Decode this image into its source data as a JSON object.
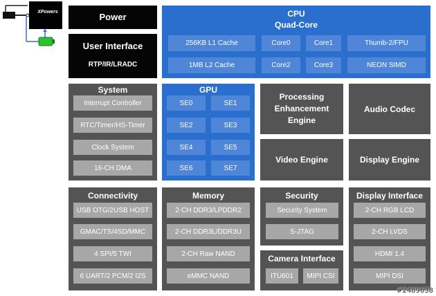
{
  "board": {
    "logo": "XPowers"
  },
  "power": {
    "label": "Power"
  },
  "user_interface": {
    "title": "User Interface",
    "sub": "RTP/IR/LRADC"
  },
  "cpu": {
    "title": "CPU",
    "subtitle": "Quad-Core",
    "l1": "256KB L1 Cache",
    "l2": "1MB L2 Cache",
    "cores": [
      "Core0",
      "Core1",
      "Core2",
      "Core3"
    ],
    "thumb": "Thumb-2/FPU",
    "neon": "NEON SIMD"
  },
  "system": {
    "title": "System",
    "items": [
      "Interrupt  Controller",
      "RTC/Timer/HS-Timer",
      "Clock System",
      "16-CH DMA"
    ]
  },
  "gpu": {
    "title": "GPU",
    "items": [
      "SE0",
      "SE1",
      "SE2",
      "SE3",
      "SE4",
      "SE5",
      "SE6",
      "SE7"
    ]
  },
  "pee": {
    "label": "Processing Enhancement Engine"
  },
  "audio": {
    "label": "Audio Codec"
  },
  "video": {
    "label": "Video Engine"
  },
  "display_engine": {
    "label": "Display Engine"
  },
  "connectivity": {
    "title": "Connectivity",
    "items": [
      "USB OTG/2USB HOST",
      "GMAC/TS/4SD/MMC",
      "4 SPI/5 TWI",
      "6 UART/2 PCM/2 I2S"
    ]
  },
  "memory": {
    "title": "Memory",
    "items": [
      "2-CH DDR3/LPDDR2",
      "2-CH DDR3L/DDR3U",
      "2-CH Raw NAND",
      "eMMC NAND"
    ]
  },
  "security": {
    "title": "Security",
    "items": [
      "Security System",
      "S-JTAG"
    ]
  },
  "camera": {
    "title": "Camera Interface",
    "items": [
      "ITU601",
      "MIPI CSI"
    ]
  },
  "display_interface": {
    "title": "Display Interface",
    "items": [
      "2-CH RGB LCD",
      "2-CH LVDS",
      "HDMI 1.4",
      "MIPI DSI"
    ]
  },
  "watermark": "#2489638",
  "colors": {
    "black": "#050505",
    "blue": "#2a6fce",
    "light_blue": "#4f86d8",
    "dark_gray": "#545454",
    "light_gray": "#a7a7a7",
    "battery_green": "#2fbf2f"
  }
}
